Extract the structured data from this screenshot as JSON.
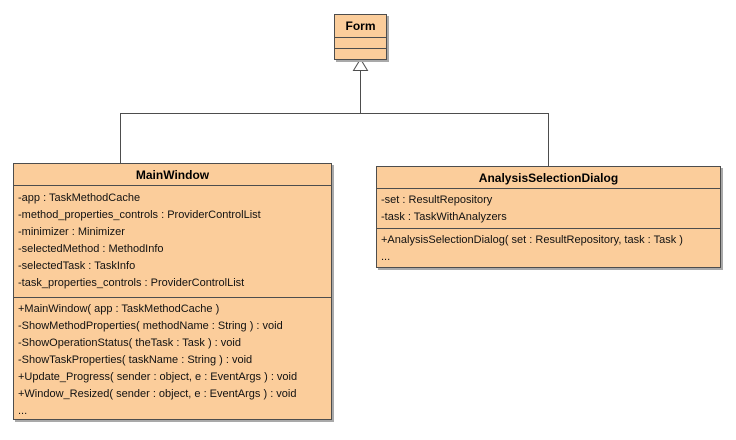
{
  "diagram": {
    "type": "uml-class-diagram",
    "background": "#ffffff",
    "colors": {
      "class_fill": "#fbcd9b",
      "class_border": "#4d4d4d",
      "shadow": "#a9a9a9",
      "connector": "#4d4d4d",
      "text": "#000000"
    },
    "relationships": [
      {
        "type": "inheritance",
        "from": "MainWindow",
        "to": "Form"
      },
      {
        "type": "inheritance",
        "from": "AnalysisSelectionDialog",
        "to": "Form"
      }
    ]
  },
  "classes": {
    "form": {
      "title": "Form",
      "attributes": [],
      "methods": []
    },
    "mainwindow": {
      "title": "MainWindow",
      "attributes": [
        "-app : TaskMethodCache",
        "-method_properties_controls : ProviderControlList",
        "-minimizer : Minimizer",
        "-selectedMethod : MethodInfo",
        "-selectedTask : TaskInfo",
        "-task_properties_controls : ProviderControlList"
      ],
      "methods": [
        "+MainWindow( app : TaskMethodCache )",
        "-ShowMethodProperties( methodName : String ) : void",
        "-ShowOperationStatus( theTask : Task ) : void",
        "-ShowTaskProperties( taskName : String ) : void",
        "+Update_Progress( sender : object, e : EventArgs ) : void",
        "+Window_Resized( sender : object, e : EventArgs ) : void",
        "..."
      ]
    },
    "asd": {
      "title": "AnalysisSelectionDialog",
      "attributes": [
        "-set : ResultRepository",
        "-task : TaskWithAnalyzers"
      ],
      "methods": [
        "+AnalysisSelectionDialog( set : ResultRepository, task : Task )",
        "..."
      ]
    }
  }
}
